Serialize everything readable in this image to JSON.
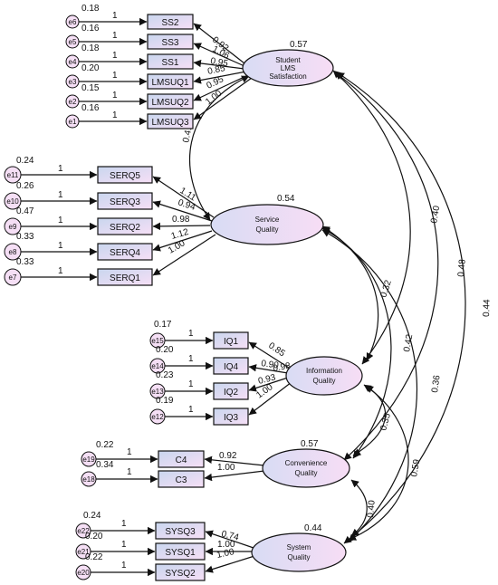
{
  "latents": {
    "sls": {
      "name_lines": [
        "Student",
        "LMS",
        "Satisfaction"
      ],
      "r2": "0.57"
    },
    "sq": {
      "name_lines": [
        "Service",
        "Quality"
      ],
      "r2": "0.54"
    },
    "iq": {
      "name_lines": [
        "Information",
        "Quality"
      ],
      "r2": ""
    },
    "cq": {
      "name_lines": [
        "Convenience",
        "Quality"
      ],
      "r2": "0.57"
    },
    "sysq": {
      "name_lines": [
        "System",
        "Quality"
      ],
      "r2": "0.44"
    }
  },
  "indicators": {
    "ss2": {
      "label": "SS2",
      "error": "e6",
      "variance": "0.18",
      "fixed": "1",
      "loading": "0.92"
    },
    "ss3": {
      "label": "SS3",
      "error": "e5",
      "variance": "0.16",
      "fixed": "1",
      "loading": "1.06"
    },
    "ss1": {
      "label": "SS1",
      "error": "e4",
      "variance": "0.18",
      "fixed": "1",
      "loading": "0.95"
    },
    "lmsuq1": {
      "label": "LMSUQ1",
      "error": "e3",
      "variance": "0.20",
      "fixed": "1",
      "loading": "0.85"
    },
    "lmsuq2": {
      "label": "LMSUQ2",
      "error": "e2",
      "variance": "0.15",
      "fixed": "1",
      "loading": "0.95"
    },
    "lmsuq3": {
      "label": "LMSUQ3",
      "error": "e1",
      "variance": "0.16",
      "fixed": "1",
      "loading": "1.00"
    },
    "serq5": {
      "label": "SERQ5",
      "error": "e11",
      "variance": "0.24",
      "fixed": "1",
      "loading": "1.11"
    },
    "serq3": {
      "label": "SERQ3",
      "error": "e10",
      "variance": "0.26",
      "fixed": "1",
      "loading": "0.94"
    },
    "serq2": {
      "label": "SERQ2",
      "error": "e9",
      "variance": "0.47",
      "fixed": "1",
      "loading": "0.98"
    },
    "serq4": {
      "label": "SERQ4",
      "error": "e8",
      "variance": "0.33",
      "fixed": "1",
      "loading": "1.12"
    },
    "serq1": {
      "label": "SERQ1",
      "error": "e7",
      "variance": "0.33",
      "fixed": "1",
      "loading": "1.00"
    },
    "iq1": {
      "label": "IQ1",
      "error": "e15",
      "variance": "0.17",
      "fixed": "1",
      "loading": "0.85"
    },
    "iq4": {
      "label": "IQ4",
      "error": "e14",
      "variance": "0.20",
      "fixed": "1",
      "loading": "0.90"
    },
    "iq2": {
      "label": "IQ2",
      "error": "e13",
      "variance": "0.23",
      "fixed": "1",
      "loading": "0.93"
    },
    "iq3": {
      "label": "IQ3",
      "error": "e12",
      "variance": "0.19",
      "fixed": "1",
      "loading": "1.00"
    },
    "c4": {
      "label": "C4",
      "error": "e19",
      "variance": "0.22",
      "fixed": "1",
      "loading": "0.92"
    },
    "c3": {
      "label": "C3",
      "error": "e18",
      "variance": "0.34",
      "fixed": "1",
      "loading": "1.00"
    },
    "sysq3": {
      "label": "SYSQ3",
      "error": "e22",
      "variance": "0.24",
      "fixed": "1",
      "loading": "0.74"
    },
    "sysq1": {
      "label": "SYSQ1",
      "error": "e21",
      "variance": "0.20",
      "fixed": "1",
      "loading": "1.00"
    },
    "sysq2": {
      "label": "SYSQ2",
      "error": "e20",
      "variance": "0.22",
      "fixed": "1",
      "loading": "1.00"
    }
  },
  "extra_loading_labels": {
    "iq_extra": "0.98"
  },
  "covariances": {
    "sls_sq": "0.41",
    "sls_iq": "0.40",
    "sls_cq": "0.48",
    "sls_sysq": "0.44",
    "sq_iq": "0.32",
    "sq_cq": "0.42",
    "sq_sysq": "0.36",
    "iq_cq": "0.35",
    "iq_sysq": "0.59",
    "cq_sysq": "0.40"
  }
}
